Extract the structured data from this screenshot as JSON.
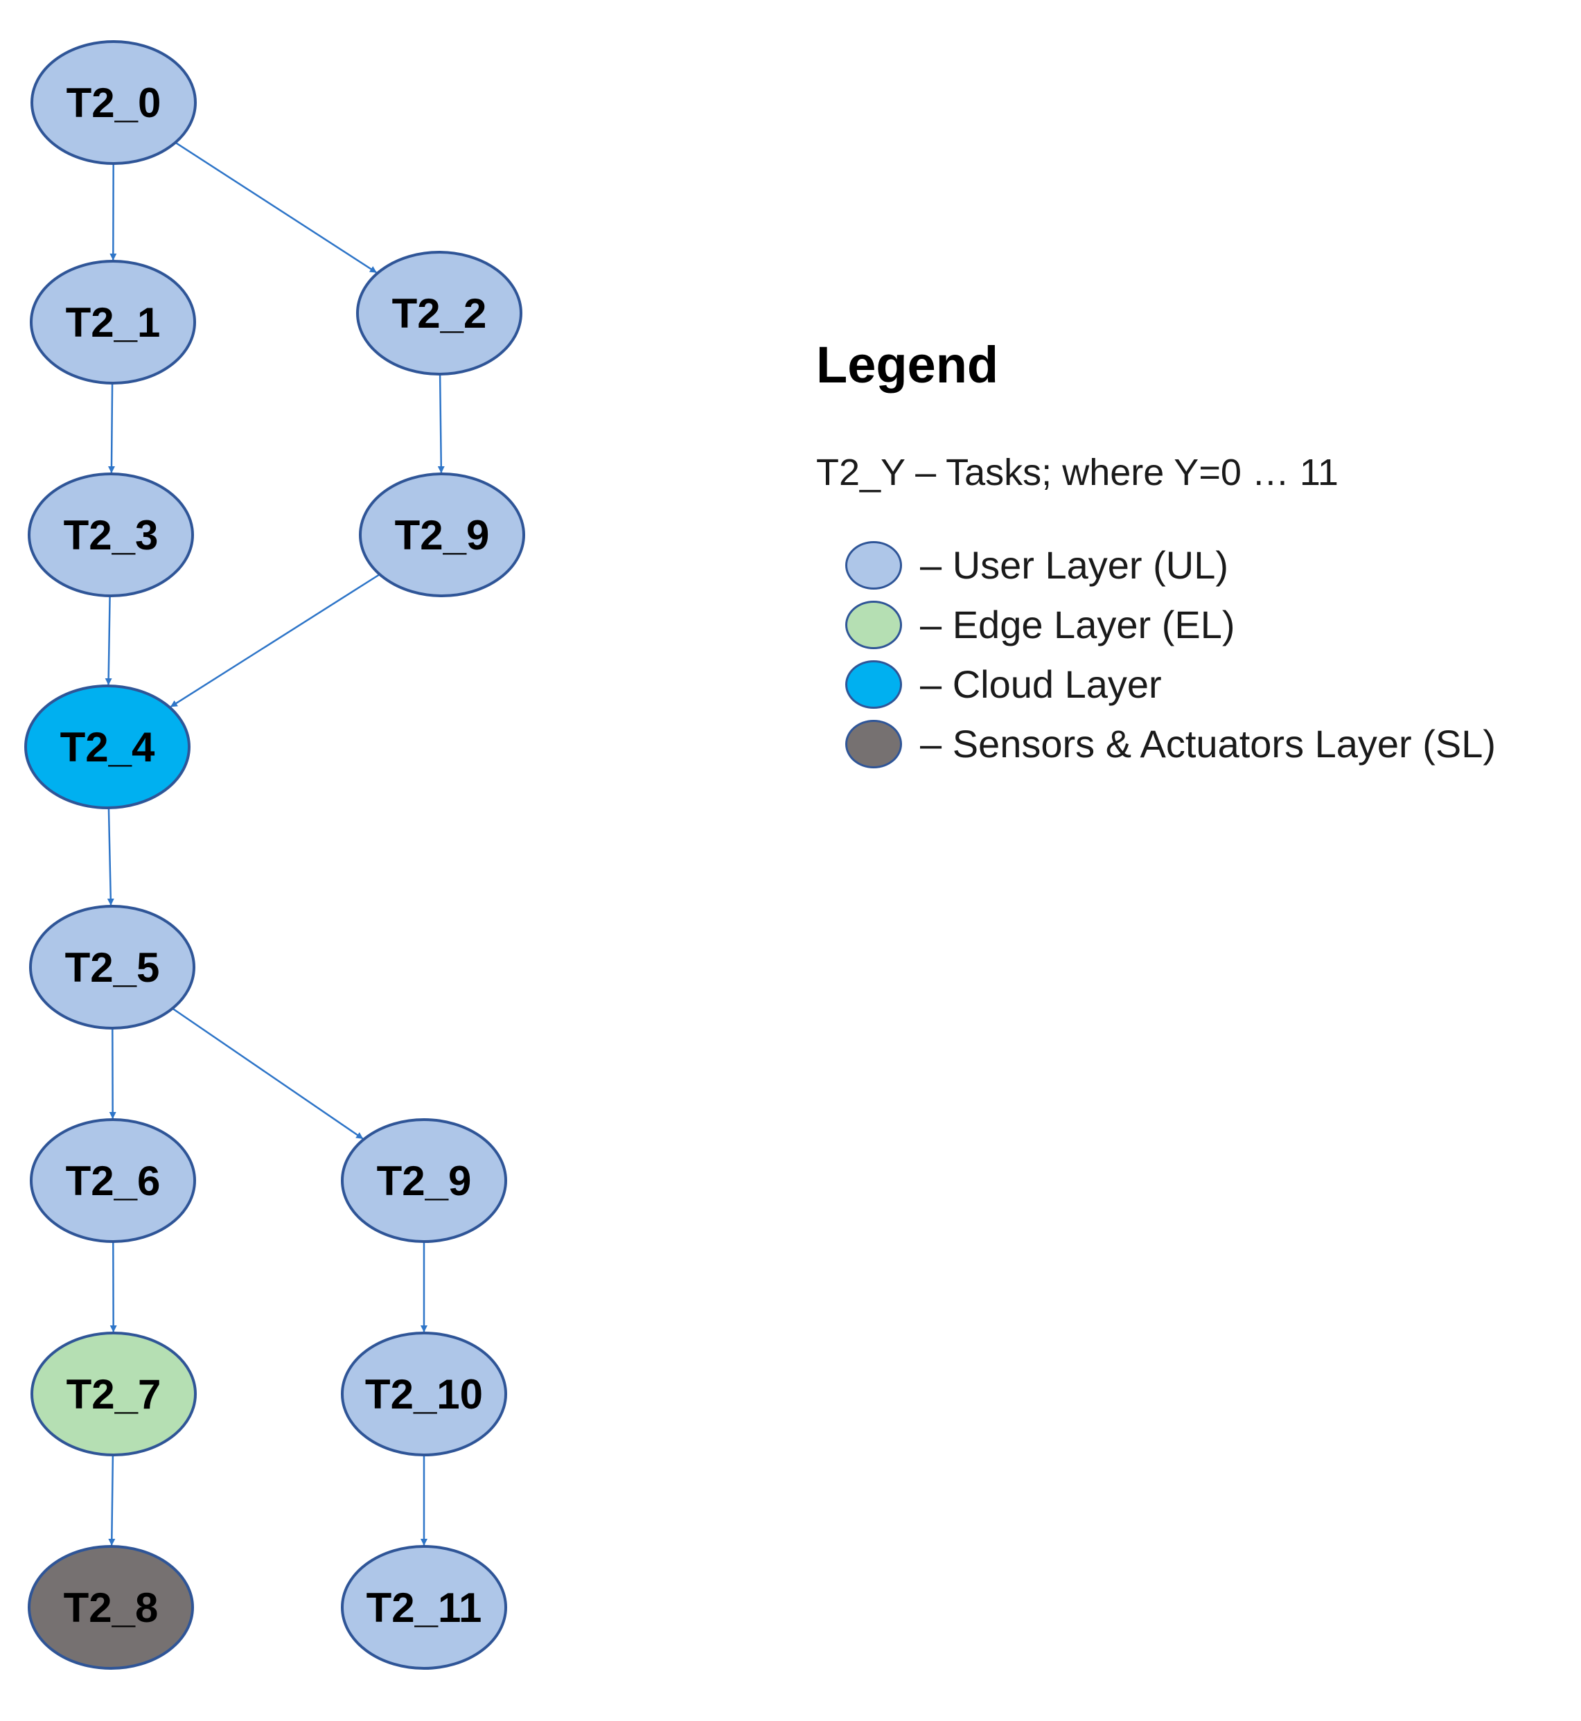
{
  "layer_colors": {
    "UL": "#aec6e8",
    "EL": "#b5dfb3",
    "CL": "#00b0f0",
    "SL": "#767171"
  },
  "colors": {
    "node_border": "#2f5597",
    "edge": "#2e75c8"
  },
  "nodes": [
    {
      "id": "n0",
      "label": "T2_0",
      "layer": "UL"
    },
    {
      "id": "n1",
      "label": "T2_1",
      "layer": "UL"
    },
    {
      "id": "n2",
      "label": "T2_2",
      "layer": "UL"
    },
    {
      "id": "n3",
      "label": "T2_3",
      "layer": "UL"
    },
    {
      "id": "n9a",
      "label": "T2_9",
      "layer": "UL"
    },
    {
      "id": "n4",
      "label": "T2_4",
      "layer": "CL"
    },
    {
      "id": "n5",
      "label": "T2_5",
      "layer": "UL"
    },
    {
      "id": "n6",
      "label": "T2_6",
      "layer": "UL"
    },
    {
      "id": "n9b",
      "label": "T2_9",
      "layer": "UL"
    },
    {
      "id": "n7",
      "label": "T2_7",
      "layer": "EL"
    },
    {
      "id": "n10",
      "label": "T2_10",
      "layer": "UL"
    },
    {
      "id": "n8",
      "label": "T2_8",
      "layer": "SL"
    },
    {
      "id": "n11",
      "label": "T2_11",
      "layer": "UL"
    }
  ],
  "edges": [
    {
      "from": "n0",
      "to": "n1"
    },
    {
      "from": "n0",
      "to": "n2"
    },
    {
      "from": "n1",
      "to": "n3"
    },
    {
      "from": "n2",
      "to": "n9a"
    },
    {
      "from": "n3",
      "to": "n4"
    },
    {
      "from": "n9a",
      "to": "n4"
    },
    {
      "from": "n4",
      "to": "n5"
    },
    {
      "from": "n5",
      "to": "n6"
    },
    {
      "from": "n5",
      "to": "n9b"
    },
    {
      "from": "n6",
      "to": "n7"
    },
    {
      "from": "n9b",
      "to": "n10"
    },
    {
      "from": "n7",
      "to": "n8"
    },
    {
      "from": "n10",
      "to": "n11"
    }
  ],
  "legend": {
    "title": "Legend",
    "subtitle": "T2_Y – Tasks; where Y=0 … 11",
    "items": [
      {
        "layer": "UL",
        "label": "– User Layer (UL)"
      },
      {
        "layer": "EL",
        "label": "– Edge Layer (EL)"
      },
      {
        "layer": "CL",
        "label": "– Cloud Layer"
      },
      {
        "layer": "SL",
        "label": "– Sensors & Actuators Layer (SL)"
      }
    ]
  }
}
